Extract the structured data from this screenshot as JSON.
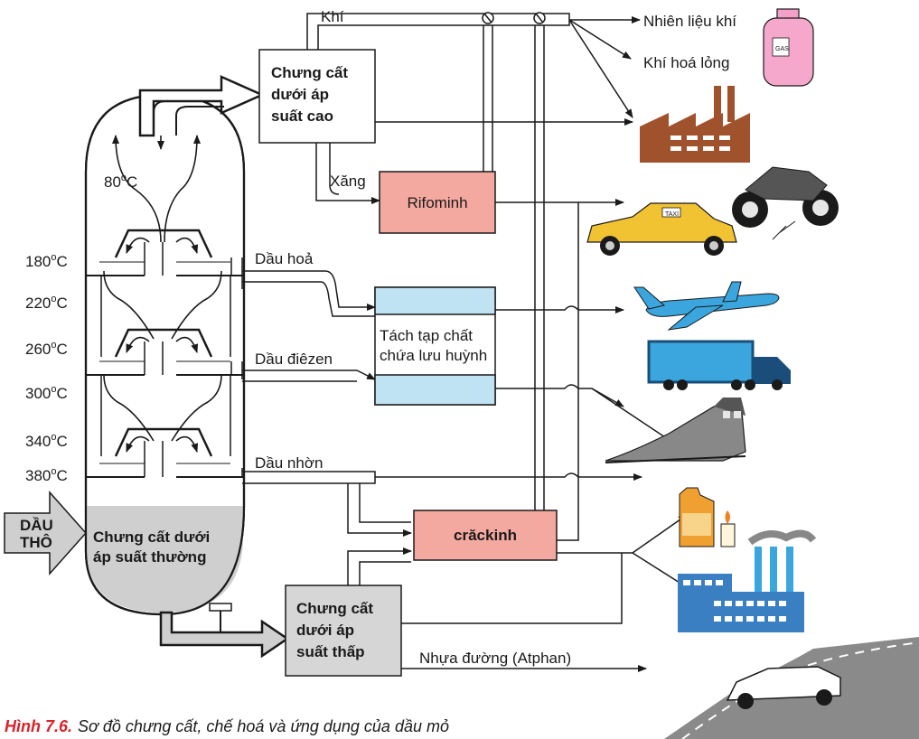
{
  "diagram": {
    "crude": {
      "line1": "DẦU",
      "line2": "THÔ"
    },
    "column": {
      "line1": "Chưng cất dưới",
      "line2": "áp suất thường"
    },
    "temperatures": {
      "t80": "80",
      "t180": "180",
      "t220": "220",
      "t260": "260",
      "t300": "300",
      "t340": "340",
      "t380": "380",
      "unit": "C",
      "deg": "o"
    },
    "high_pressure": {
      "line1": "Chưng cất",
      "line2": "dưới áp",
      "line3": "suất cao"
    },
    "low_pressure": {
      "line1": "Chưng cất",
      "line2": "dưới áp",
      "line3": "suất thấp"
    },
    "reforming": "Rifominh",
    "cracking": "crăckinh",
    "desulfur": {
      "line1": "Tách tạp chất",
      "line2": "chứa lưu huỳnh"
    },
    "streams": {
      "gas": "Khí",
      "gasoline": "Xăng",
      "kerosene": "Dầu hoả",
      "diesel": "Dầu điêzen",
      "lube": "Dầu nhờn",
      "asphalt": "Nhựa đường (Atphan)"
    },
    "products": {
      "fuel_gas": "Nhiên liệu khí",
      "lpg": "Khí hoá lỏng",
      "gas_tank_label": "GAS",
      "taxi_label": "TAXI"
    }
  },
  "caption": {
    "figure": "Hình 7.6.",
    "text": "Sơ đồ chưng cất, chế hoá và ứng dụng của dầu mỏ"
  }
}
